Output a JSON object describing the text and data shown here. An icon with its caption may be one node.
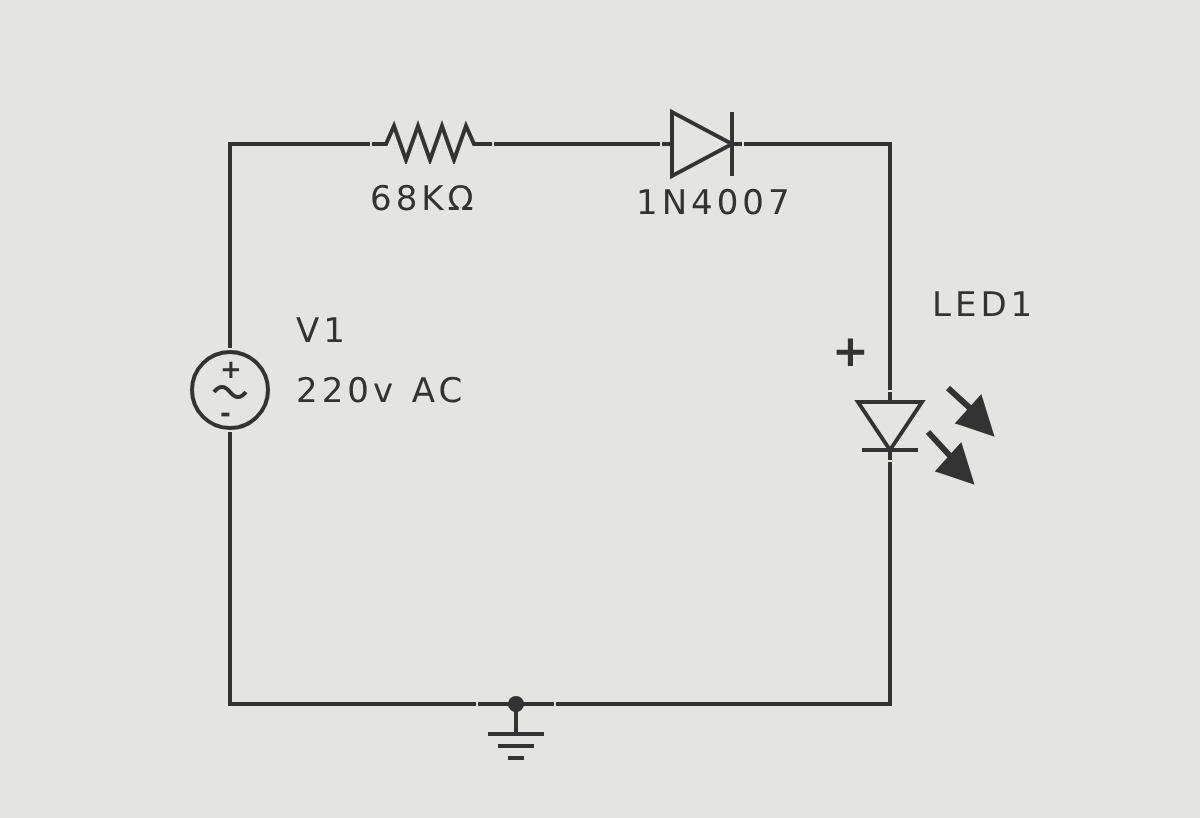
{
  "diagram": {
    "nodes": [
      {
        "text": [
          "+",
          "-"
        ],
        "beside": [
          "V1",
          "220v AC"
        ]
      },
      {
        "text": [],
        "shape": "resistor",
        "beside": [
          "68KΩ"
        ]
      },
      {
        "text": [],
        "shape": "diode",
        "beside": [
          "1N4007"
        ]
      },
      {
        "text": [],
        "shape": "diode",
        "beside": [
          "LED1",
          "+"
        ]
      },
      {
        "text": [],
        "shape": "ground"
      }
    ],
    "edges": [
      {
        "from": 0,
        "to": 1,
        "arrow": "none"
      },
      {
        "from": 1,
        "to": 2,
        "arrow": "none"
      },
      {
        "from": 2,
        "to": 3,
        "arrow": "none"
      },
      {
        "from": 3,
        "to": 4,
        "arrow": "none"
      },
      {
        "from": 4,
        "to": 0,
        "arrow": "none"
      }
    ]
  }
}
